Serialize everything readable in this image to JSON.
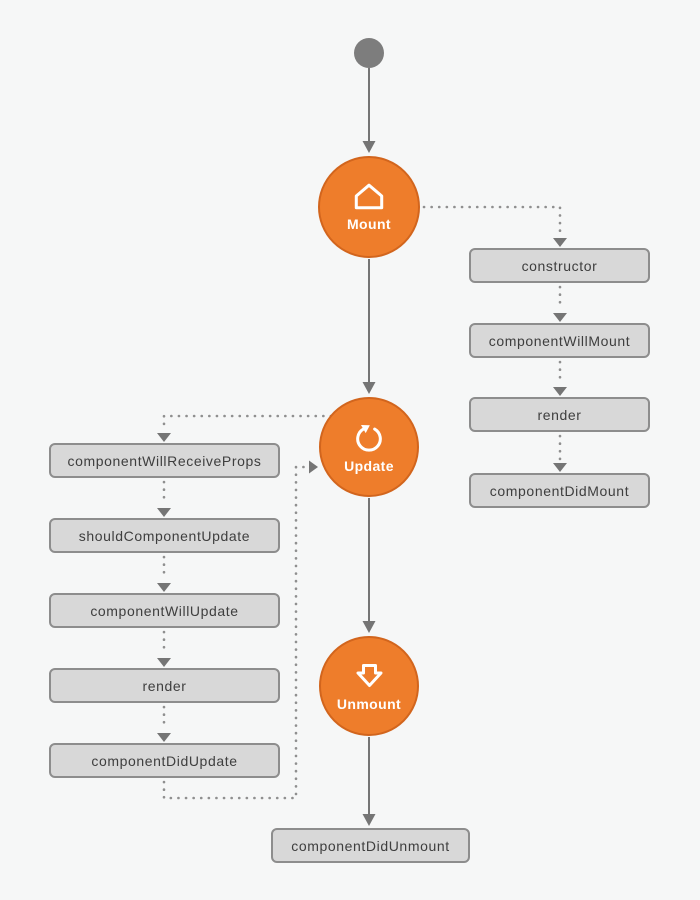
{
  "lifecycle": {
    "phases": [
      {
        "label": "Mount",
        "icon": "home-icon"
      },
      {
        "label": "Update",
        "icon": "refresh-icon"
      },
      {
        "label": "Unmount",
        "icon": "arrow-down-icon"
      }
    ],
    "mount_steps": [
      "constructor",
      "componentWillMount",
      "render",
      "componentDidMount"
    ],
    "update_steps": [
      "componentWillReceiveProps",
      "shouldComponentUpdate",
      "componentWillUpdate",
      "render",
      "componentDidUpdate"
    ],
    "unmount_steps": [
      "componentDidUnmount"
    ]
  },
  "colors": {
    "background": "#f6f7f7",
    "phase_fill": "#ee7d2b",
    "phase_border": "#d2651d",
    "phase_text": "#ffffff",
    "box_fill": "#d8d8d8",
    "box_border": "#8d8d8d",
    "box_text": "#3e3e3e",
    "solid_connector": "#757575",
    "dotted_connector": "#8f8f8f",
    "start_node": "#7d7d7d"
  }
}
